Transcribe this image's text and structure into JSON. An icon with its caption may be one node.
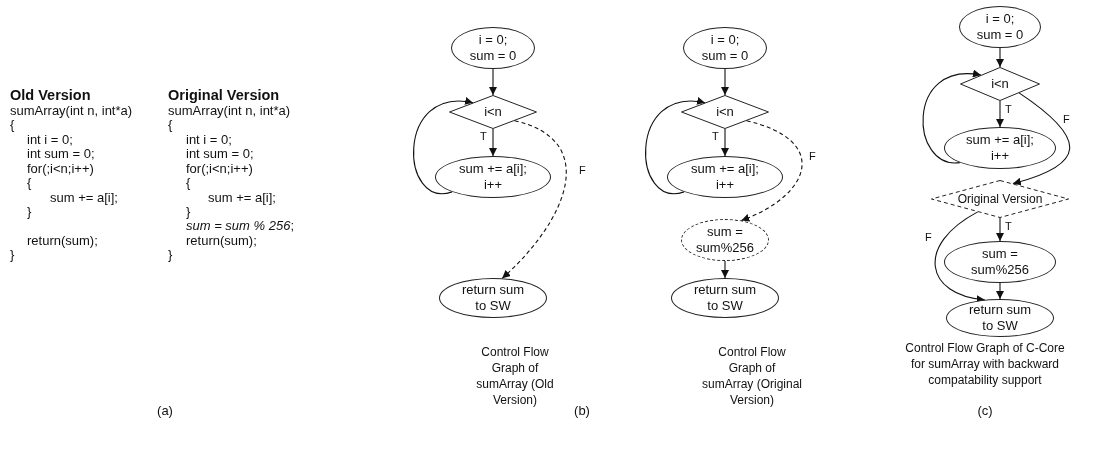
{
  "diagram": {
    "nodes": [
      {
        "text": [
          "i = 0; sum = 0"
        ]
      },
      {
        "text": [
          "i<n"
        ]
      },
      {
        "text": [
          "sum += a[i]; i++"
        ]
      },
      {
        "text": [
          "return sum to SW"
        ]
      },
      {
        "text": [
          "i = 0; sum = 0"
        ]
      },
      {
        "text": [
          "i<n"
        ]
      },
      {
        "text": [
          "sum += a[i]; i++"
        ]
      },
      {
        "text": [
          "sum = sum%256"
        ]
      },
      {
        "text": [
          "return sum to SW"
        ]
      },
      {
        "text": [
          "i = 0; sum = 0"
        ]
      },
      {
        "text": [
          "i<n"
        ]
      },
      {
        "text": [
          "sum += a[i]; i++"
        ]
      },
      {
        "text": [
          "Original Version"
        ]
      },
      {
        "text": [
          "sum = sum%256"
        ]
      },
      {
        "text": [
          "return sum to SW"
        ]
      }
    ],
    "edges": [
      {
        "from": 0,
        "to": 1,
        "arrow": "to"
      },
      {
        "from": 1,
        "to": 2,
        "arrow": "to",
        "label": "T"
      },
      {
        "from": 2,
        "to": 1,
        "arrow": "to"
      },
      {
        "from": 1,
        "to": 3,
        "arrow": "to",
        "label": "F",
        "style": "dashed"
      },
      {
        "from": 4,
        "to": 5,
        "arrow": "to"
      },
      {
        "from": 5,
        "to": 6,
        "arrow": "to",
        "label": "T"
      },
      {
        "from": 6,
        "to": 5,
        "arrow": "to"
      },
      {
        "from": 5,
        "to": 7,
        "arrow": "to",
        "label": "F",
        "style": "dashed"
      },
      {
        "from": 7,
        "to": 8,
        "arrow": "to"
      },
      {
        "from": 9,
        "to": 10,
        "arrow": "to"
      },
      {
        "from": 10,
        "to": 11,
        "arrow": "to",
        "label": "T"
      },
      {
        "from": 11,
        "to": 10,
        "arrow": "to"
      },
      {
        "from": 10,
        "to": 12,
        "arrow": "to",
        "label": "F"
      },
      {
        "from": 12,
        "to": 13,
        "arrow": "to",
        "label": "T"
      },
      {
        "from": 12,
        "to": 14,
        "arrow": "to",
        "label": "F"
      },
      {
        "from": 13,
        "to": 14,
        "arrow": "to"
      }
    ],
    "labels": [
      "Old Version",
      "sumArray(int n, int*a)",
      "{",
      "int i = 0;",
      "int sum = 0;",
      "for(;i<n;i++)",
      "{",
      "sum += a[i];",
      "}",
      "return(sum);",
      "}",
      "Original Version",
      "sumArray(int n, int*a)",
      "{",
      "int i = 0;",
      "int sum = 0;",
      "for(;i<n;i++)",
      "{",
      "sum += a[i];",
      "}",
      "*sum = sum % 256*;",
      "return(sum);",
      "}",
      "Control Flow Graph of sumArray (Old Version)",
      "Control Flow Graph of sumArray (Original Version)",
      "Control Flow Graph of C-Core for sumArray with backward compatability support",
      "(a)",
      "(b)",
      "(c)"
    ]
  }
}
